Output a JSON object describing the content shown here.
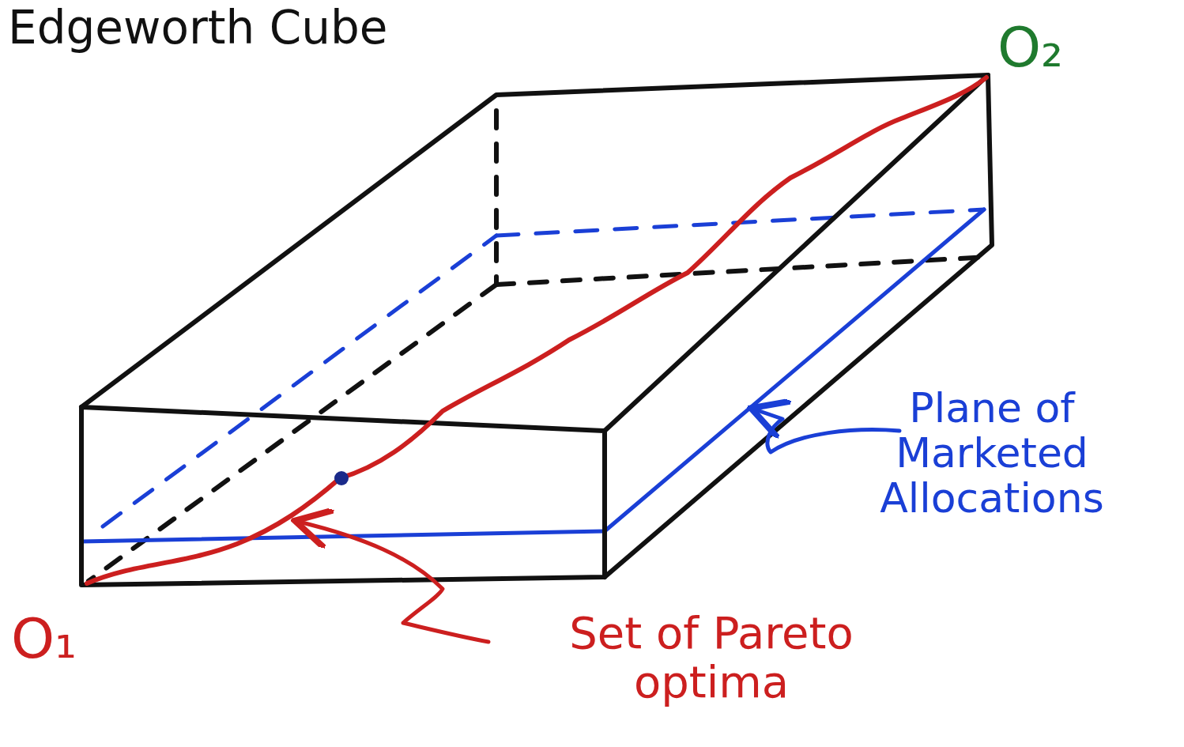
{
  "diagram": {
    "title": "Edgeworth Cube",
    "labels": [
      "O₁",
      "O₂",
      "Plane of Marketed Allocations",
      "Set of Pareto optima"
    ]
  }
}
